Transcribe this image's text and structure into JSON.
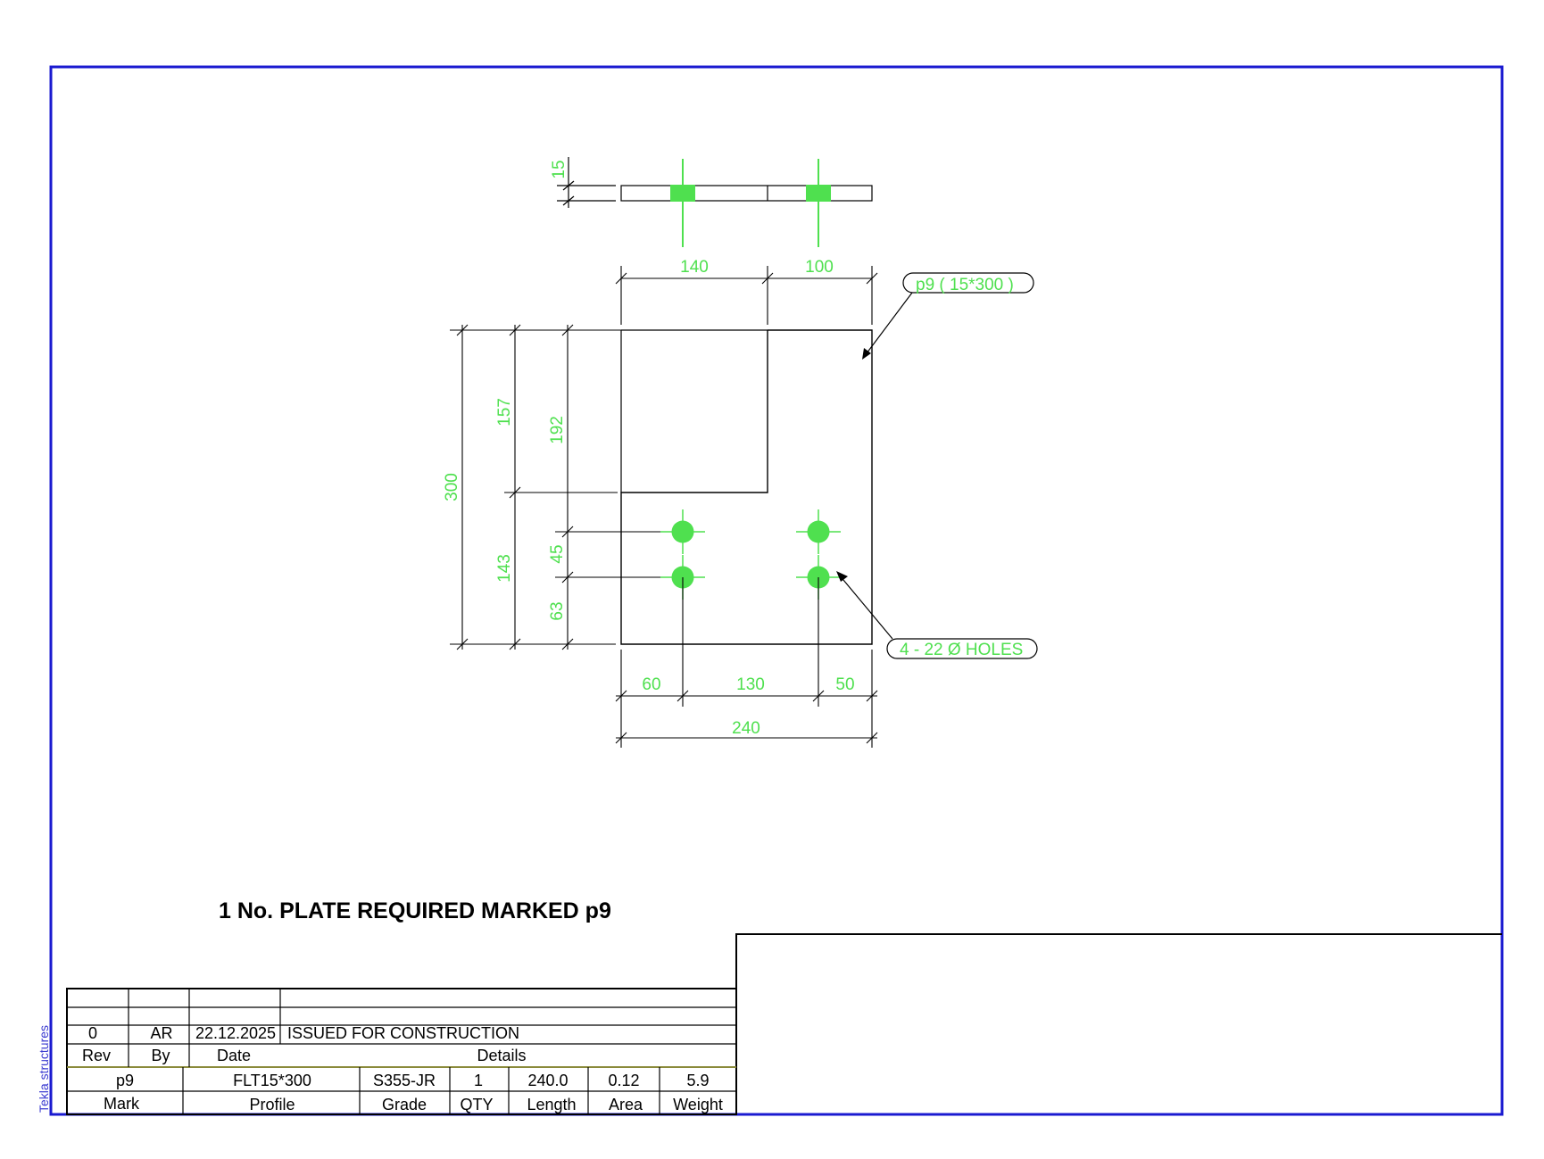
{
  "drawing": {
    "main_note": "1 No. PLATE REQUIRED MARKED p9",
    "software_label": "Tekla structures",
    "part_label": "p9 ( 15*300 )",
    "holes_label": "4 - 22 Ø HOLES"
  },
  "dimensions": {
    "thickness": "15",
    "top_left_width": "140",
    "top_right_width": "100",
    "total_height": "300",
    "upper_height": "157",
    "lower_height": "143",
    "top_to_holes": "192",
    "hole_spacing_v": "45",
    "bottom_to_holes": "63",
    "edge_left": "60",
    "hole_spacing_h": "130",
    "edge_right": "50",
    "total_width": "240"
  },
  "revision_table": {
    "rows": [
      {
        "rev": "0",
        "by": "AR",
        "date": "22.12.2025",
        "details": "ISSUED FOR CONSTRUCTION"
      }
    ],
    "headers": {
      "rev": "Rev",
      "by": "By",
      "date": "Date",
      "details": "Details"
    }
  },
  "part_table": {
    "values": {
      "mark": "p9",
      "profile": "FLT15*300",
      "grade": "S355-JR",
      "qty": "1",
      "length": "240.0",
      "area": "0.12",
      "weight": "5.9"
    },
    "headers": {
      "mark": "Mark",
      "profile": "Profile",
      "grade": "Grade",
      "qty": "QTY",
      "length": "Length",
      "area": "Area",
      "weight": "Weight"
    }
  },
  "colors": {
    "frame": "#1a1ad0",
    "dimension": "#4fe04f",
    "linework": "#000000",
    "table_divider": "#8a8a3a"
  }
}
